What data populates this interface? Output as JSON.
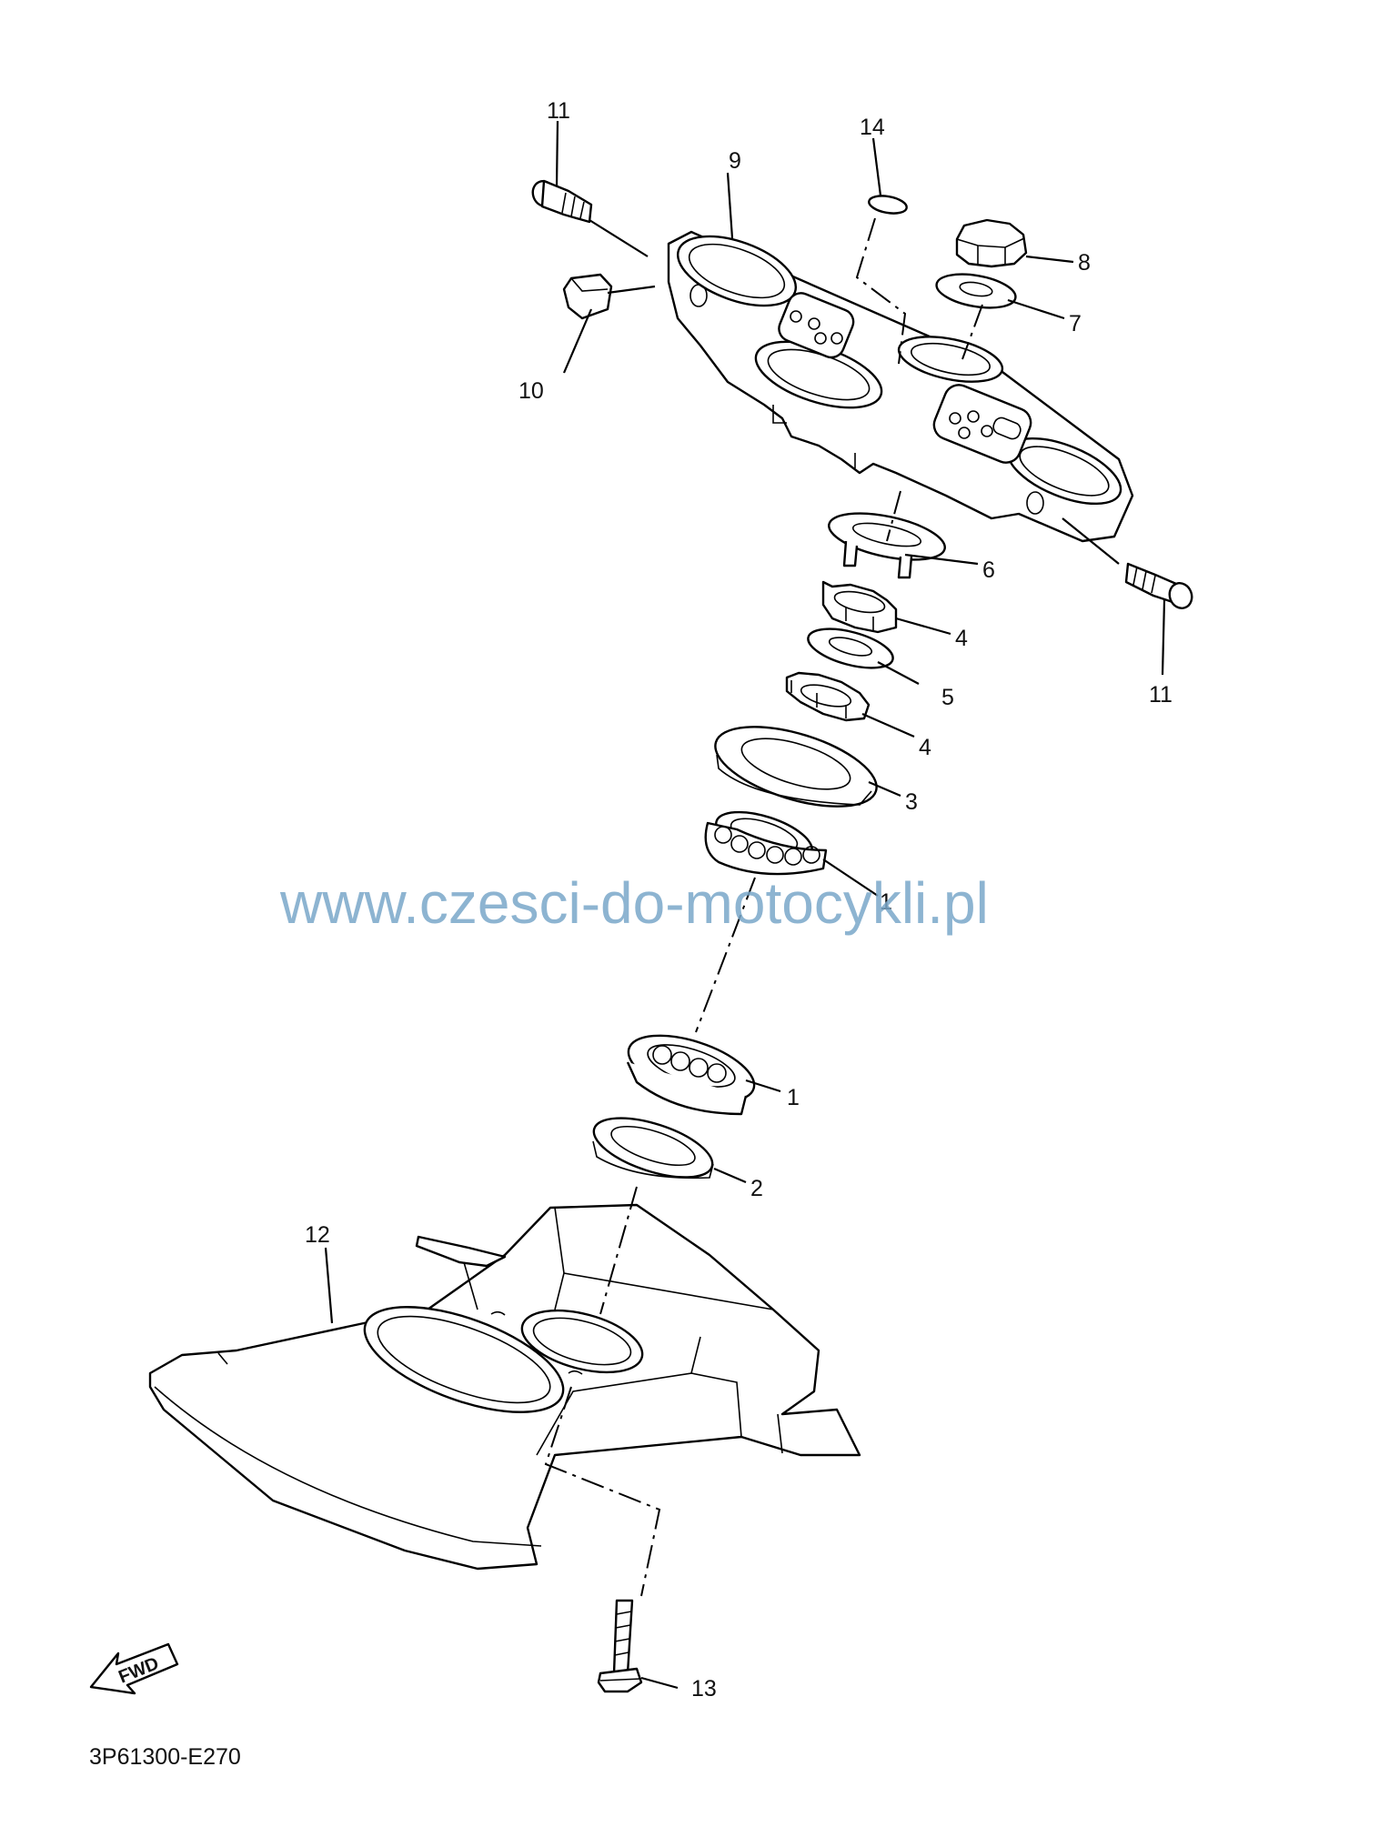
{
  "callouts": {
    "c11a": "11",
    "c14": "14",
    "c9": "9",
    "c8": "8",
    "c7": "7",
    "c10": "10",
    "c6": "6",
    "c11b": "11",
    "c4a": "4",
    "c5": "5",
    "c4b": "4",
    "c3": "3",
    "c1a": "1",
    "c1b": "1",
    "c2": "2",
    "c12": "12",
    "c13": "13"
  },
  "watermark": "www.czesci-do-motocykli.pl",
  "diagram_code": "3P61300-E270",
  "fwd_arrow": {
    "label": "FWD",
    "icon": "forward-arrow-icon"
  },
  "colors": {
    "line": "#000000",
    "watermark": "#7aa7c9",
    "background": "#ffffff"
  }
}
